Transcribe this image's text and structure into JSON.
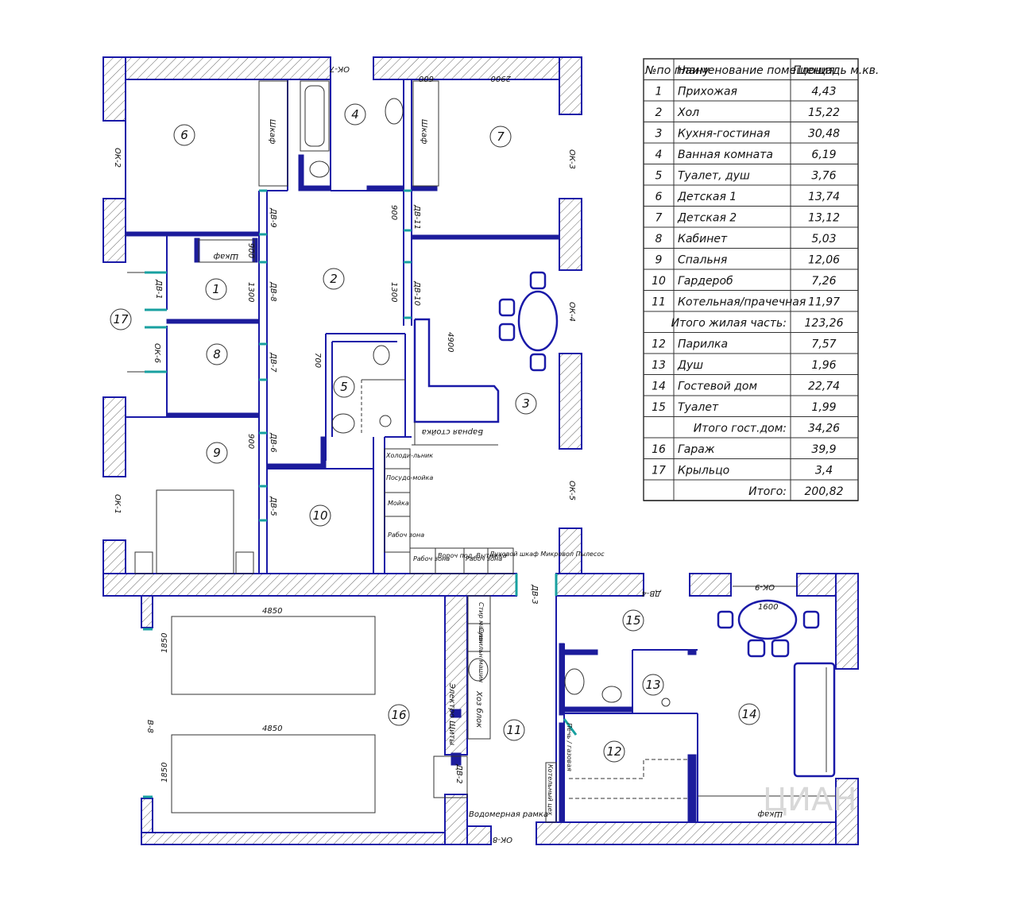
{
  "table": {
    "headers": [
      "№по плану",
      "Наименование помещения",
      "Площадь м.кв."
    ],
    "rows": [
      {
        "no": "1",
        "name": "Прихожая",
        "area": "4,43"
      },
      {
        "no": "2",
        "name": "Хол",
        "area": "15,22"
      },
      {
        "no": "3",
        "name": "Кухня-гостиная",
        "area": "30,48"
      },
      {
        "no": "4",
        "name": "Ванная комната",
        "area": "6,19"
      },
      {
        "no": "5",
        "name": "Туалет, душ",
        "area": "3,76"
      },
      {
        "no": "6",
        "name": "Детская 1",
        "area": "13,74"
      },
      {
        "no": "7",
        "name": "Детская 2",
        "area": "13,12"
      },
      {
        "no": "8",
        "name": "Кабинет",
        "area": "5,03"
      },
      {
        "no": "9",
        "name": "Спальня",
        "area": "12,06"
      },
      {
        "no": "10",
        "name": "Гардероб",
        "area": "7,26"
      },
      {
        "no": "11",
        "name": "Котельная/прачечная",
        "area": "11,97"
      },
      {
        "no": "",
        "name": "Итого жилая часть:",
        "area": "123,26"
      },
      {
        "no": "12",
        "name": "Парилка",
        "area": "7,57"
      },
      {
        "no": "13",
        "name": "Душ",
        "area": "1,96"
      },
      {
        "no": "14",
        "name": "Гостевой дом",
        "area": "22,74"
      },
      {
        "no": "15",
        "name": "Туалет",
        "area": "1,99"
      },
      {
        "no": "",
        "name": "Итого гост.дом:",
        "area": "34,26"
      },
      {
        "no": "16",
        "name": "Гараж",
        "area": "39,9"
      },
      {
        "no": "17",
        "name": "Крыльцо",
        "area": "3,4"
      },
      {
        "no": "",
        "name": "Итого:",
        "area": "200,82"
      }
    ]
  },
  "rooms": {
    "r1": "1",
    "r2": "2",
    "r3": "3",
    "r4": "4",
    "r5": "5",
    "r6": "6",
    "r7": "7",
    "r8": "8",
    "r9": "9",
    "r10": "10",
    "r11": "11",
    "r12": "12",
    "r13": "13",
    "r14": "14",
    "r15": "15",
    "r16": "16",
    "r17": "17"
  },
  "labels": {
    "shkaf": "Шкаф",
    "barnaya_stoyka": "Барная стойка",
    "holodilnik": "Холоди-льник",
    "posudomoyka": "Посудо-мойка",
    "moyka": "Мойка",
    "rabochaya_zona": "Рабоч зона",
    "vozduh": "Вороч под. Вытяжка",
    "duhovoy": "Духовой шкаф Микровол Пылесос",
    "elektro_schity": "Электро Щиты",
    "hoz_blok": "Хоз блок",
    "stir_mashina": "Стир машин",
    "sushilnaya": "Сушильн машин",
    "vodomernaya": "Водомерная рамка",
    "kotelnyy_tsekh": "Котельный цех",
    "pech_gazovaya": "Печь / газовая",
    "watermark": "ЦИАН"
  },
  "openings": {
    "ok1": "ОК-1",
    "ok2": "ОК-2",
    "ok3": "ОК-3",
    "ok4": "ОК-4",
    "ok5": "ОК-5",
    "ok6": "ОК-6",
    "ok7": "ОК-7",
    "ok8": "ОК-8",
    "ok9": "ОК-9",
    "dv1": "ДВ-1",
    "dv2": "ДВ-2",
    "dv3": "ДВ-3",
    "dv4": "ДВ-4",
    "dv5": "ДВ-5",
    "dv6": "ДВ-6",
    "dv7": "ДВ-7",
    "dv8": "ДВ-8",
    "dv9": "ДВ-9",
    "dv10": "ДВ-10",
    "dv11": "ДВ-11",
    "v8": "В-8"
  },
  "dims": {
    "d600": "600",
    "d2900": "2900",
    "d900a": "900",
    "d900b": "900",
    "d900c": "900",
    "d1300a": "1300",
    "d1300b": "1300",
    "d700": "700",
    "d4900": "4900",
    "d4850a": "4850",
    "d4850b": "4850",
    "d1850a": "1850",
    "d1850b": "1850",
    "d1600": "1600"
  }
}
